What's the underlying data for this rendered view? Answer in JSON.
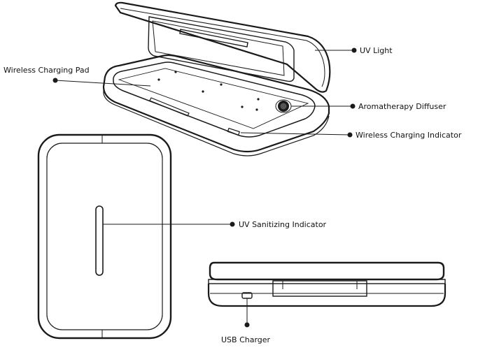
{
  "labels": {
    "uv_light": "UV Light",
    "wireless_charging_pad": "Wireless Charging Pad",
    "aromatherapy_diffuser": "Aromatherapy Diffuser",
    "wireless_charging_indicator": "Wireless Charging Indicator",
    "uv_sanitizing_indicator": "UV Sanitizing Indicator",
    "usb_charger": "USB Charger"
  },
  "colors": {
    "line": "#1a1a1a",
    "text": "#111111",
    "background": "#ffffff"
  }
}
